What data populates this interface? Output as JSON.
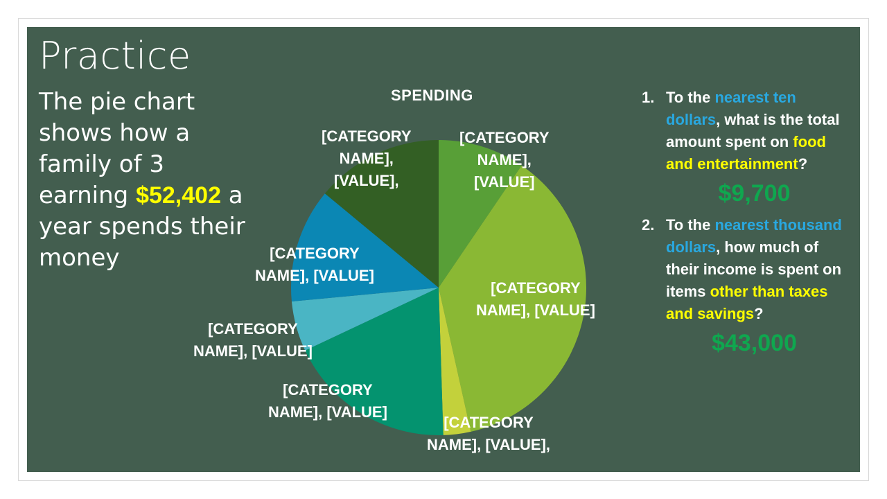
{
  "slide": {
    "title": "Practice",
    "intro": {
      "text_before": "The pie chart shows how a family of 3 earning ",
      "amount": "$52,402",
      "text_after": " a year spends their money"
    }
  },
  "questions": [
    {
      "number": "1.",
      "parts": [
        {
          "text": "To the ",
          "style": "plain"
        },
        {
          "text": "nearest ten dollars",
          "style": "blue"
        },
        {
          "text": ", what is the total amount spent on ",
          "style": "plain"
        },
        {
          "text": "food and entertainment",
          "style": "yellow"
        },
        {
          "text": "?",
          "style": "plain"
        }
      ],
      "answer": "$9,700"
    },
    {
      "number": "2.",
      "parts": [
        {
          "text": "To the ",
          "style": "plain"
        },
        {
          "text": "nearest thousand dollars",
          "style": "blue"
        },
        {
          "text": ", how much of their income is spent on items ",
          "style": "plain"
        },
        {
          "text": "other than taxes and savings",
          "style": "yellow"
        },
        {
          "text": "?",
          "style": "plain"
        }
      ],
      "answer": "$43,000"
    }
  ],
  "colors": {
    "background": "#435e4f",
    "highlight_blue": "#29a8e0",
    "highlight_yellow": "#ffff00",
    "answer_green": "#0fa74f"
  },
  "chart_data": {
    "type": "pie",
    "title": "SPENDING",
    "start_angle_deg": 0,
    "direction": "clockwise",
    "slices": [
      {
        "label_lines": [
          "[CATEGORY",
          "NAME],",
          "[VALUE]"
        ],
        "value": 9.5,
        "color": "#589f37"
      },
      {
        "label_lines": [
          "[CATEGORY",
          "NAME], [VALUE]"
        ],
        "value": 37,
        "color": "#8ab834"
      },
      {
        "label_lines": [
          "[CATEGORY",
          "NAME], [VALUE],"
        ],
        "value": 3,
        "color": "#c3d13b"
      },
      {
        "label_lines": [
          "[CATEGORY",
          "NAME], [VALUE]"
        ],
        "value": 18.5,
        "color": "#04936f"
      },
      {
        "label_lines": [
          "[CATEGORY",
          "NAME], [VALUE]"
        ],
        "value": 5.5,
        "color": "#4ab5c4"
      },
      {
        "label_lines": [
          "[CATEGORY",
          "NAME], [VALUE]"
        ],
        "value": 12.5,
        "color": "#0b87b4"
      },
      {
        "label_lines": [
          "[CATEGORY",
          "NAME],",
          "[VALUE],"
        ],
        "value": 14,
        "color": "#335f24"
      }
    ]
  }
}
